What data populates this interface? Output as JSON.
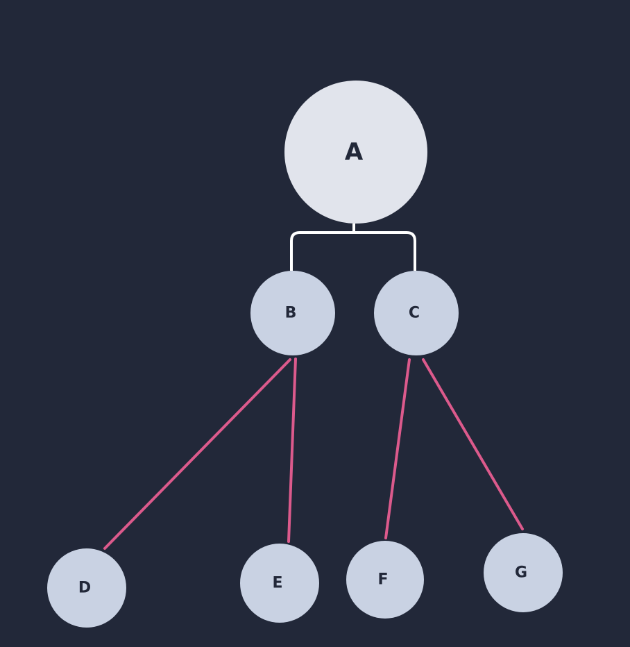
{
  "diagram": {
    "type": "tree",
    "colors": {
      "background": "#222839",
      "root_fill": "#e1e4ec",
      "node_fill": "#c9d2e3",
      "root_connector": "#ffffff",
      "edge": "#dc5a8c",
      "label": "#222839"
    },
    "nodes": [
      {
        "id": "A",
        "label": "A"
      },
      {
        "id": "B",
        "label": "B"
      },
      {
        "id": "C",
        "label": "C"
      },
      {
        "id": "D",
        "label": "D"
      },
      {
        "id": "E",
        "label": "E"
      },
      {
        "id": "F",
        "label": "F"
      },
      {
        "id": "G",
        "label": "G"
      }
    ],
    "edges": [
      {
        "from": "A",
        "to": "B",
        "style": "bracket"
      },
      {
        "from": "A",
        "to": "C",
        "style": "bracket"
      },
      {
        "from": "B",
        "to": "D",
        "style": "line"
      },
      {
        "from": "B",
        "to": "E",
        "style": "line"
      },
      {
        "from": "C",
        "to": "F",
        "style": "line"
      },
      {
        "from": "C",
        "to": "G",
        "style": "line"
      }
    ]
  }
}
